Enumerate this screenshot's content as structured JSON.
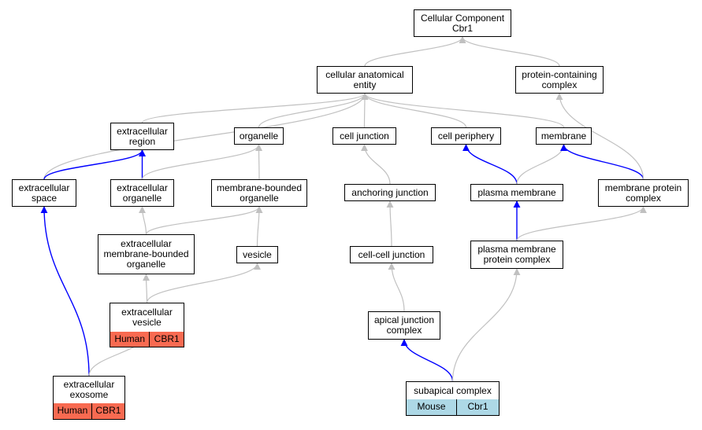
{
  "colors": {
    "is_a_edge": "#c0c0c0",
    "part_of_edge": "#0000ff",
    "human_badge": "#f86a51",
    "mouse_badge": "#add8e6",
    "node_border": "#000000"
  },
  "nodes": {
    "root": {
      "label": "Cellular Component\nCbr1"
    },
    "cellular_anatomical_entity": {
      "label": "cellular anatomical\nentity"
    },
    "protein_containing_complex": {
      "label": "protein-containing\ncomplex"
    },
    "extracellular_region": {
      "label": "extracellular\nregion"
    },
    "organelle": {
      "label": "organelle"
    },
    "cell_junction": {
      "label": "cell junction"
    },
    "cell_periphery": {
      "label": "cell periphery"
    },
    "membrane": {
      "label": "membrane"
    },
    "extracellular_space": {
      "label": "extracellular\nspace"
    },
    "extracellular_organelle": {
      "label": "extracellular\norganelle"
    },
    "membrane_bounded_organelle": {
      "label": "membrane-bounded\norganelle"
    },
    "anchoring_junction": {
      "label": "anchoring junction"
    },
    "plasma_membrane": {
      "label": "plasma membrane"
    },
    "membrane_protein_complex": {
      "label": "membrane protein\ncomplex"
    },
    "extracellular_membrane_bounded_organelle": {
      "label": "extracellular\nmembrane-bounded\norganelle"
    },
    "vesicle": {
      "label": "vesicle"
    },
    "cell_cell_junction": {
      "label": "cell-cell junction"
    },
    "plasma_membrane_protein_complex": {
      "label": "plasma membrane\nprotein complex"
    },
    "extracellular_vesicle": {
      "label": "extracellular\nvesicle"
    },
    "apical_junction_complex": {
      "label": "apical junction\ncomplex"
    },
    "extracellular_exosome": {
      "label": "extracellular\nexosome"
    },
    "subapical_complex": {
      "label": "subapical complex"
    }
  },
  "badges": {
    "extracellular_vesicle": {
      "species": "Human",
      "gene": "CBR1"
    },
    "extracellular_exosome": {
      "species": "Human",
      "gene": "CBR1"
    },
    "subapical_complex": {
      "species": "Mouse",
      "gene": "Cbr1"
    }
  },
  "edges": [
    {
      "from": "cellular_anatomical_entity",
      "to": "root",
      "type": "is_a"
    },
    {
      "from": "protein_containing_complex",
      "to": "root",
      "type": "is_a"
    },
    {
      "from": "extracellular_region",
      "to": "cellular_anatomical_entity",
      "type": "is_a"
    },
    {
      "from": "organelle",
      "to": "cellular_anatomical_entity",
      "type": "is_a"
    },
    {
      "from": "cell_junction",
      "to": "cellular_anatomical_entity",
      "type": "is_a"
    },
    {
      "from": "cell_periphery",
      "to": "cellular_anatomical_entity",
      "type": "is_a"
    },
    {
      "from": "membrane",
      "to": "cellular_anatomical_entity",
      "type": "is_a"
    },
    {
      "from": "extracellular_space",
      "to": "cellular_anatomical_entity",
      "type": "is_a"
    },
    {
      "from": "extracellular_space",
      "to": "extracellular_region",
      "type": "part_of"
    },
    {
      "from": "extracellular_organelle",
      "to": "extracellular_region",
      "type": "part_of"
    },
    {
      "from": "extracellular_organelle",
      "to": "organelle",
      "type": "is_a"
    },
    {
      "from": "membrane_bounded_organelle",
      "to": "organelle",
      "type": "is_a"
    },
    {
      "from": "anchoring_junction",
      "to": "cell_junction",
      "type": "is_a"
    },
    {
      "from": "plasma_membrane",
      "to": "cell_periphery",
      "type": "part_of"
    },
    {
      "from": "plasma_membrane",
      "to": "membrane",
      "type": "is_a"
    },
    {
      "from": "membrane_protein_complex",
      "to": "membrane",
      "type": "part_of"
    },
    {
      "from": "membrane_protein_complex",
      "to": "protein_containing_complex",
      "type": "is_a"
    },
    {
      "from": "extracellular_membrane_bounded_organelle",
      "to": "extracellular_organelle",
      "type": "is_a"
    },
    {
      "from": "extracellular_membrane_bounded_organelle",
      "to": "membrane_bounded_organelle",
      "type": "is_a"
    },
    {
      "from": "vesicle",
      "to": "membrane_bounded_organelle",
      "type": "is_a"
    },
    {
      "from": "cell_cell_junction",
      "to": "anchoring_junction",
      "type": "is_a"
    },
    {
      "from": "plasma_membrane_protein_complex",
      "to": "plasma_membrane",
      "type": "part_of"
    },
    {
      "from": "plasma_membrane_protein_complex",
      "to": "membrane_protein_complex",
      "type": "is_a"
    },
    {
      "from": "extracellular_vesicle",
      "to": "extracellular_membrane_bounded_organelle",
      "type": "is_a"
    },
    {
      "from": "extracellular_vesicle",
      "to": "vesicle",
      "type": "is_a"
    },
    {
      "from": "apical_junction_complex",
      "to": "cell_cell_junction",
      "type": "is_a"
    },
    {
      "from": "extracellular_exosome",
      "to": "extracellular_space",
      "type": "part_of"
    },
    {
      "from": "extracellular_exosome",
      "to": "extracellular_vesicle",
      "type": "is_a"
    },
    {
      "from": "subapical_complex",
      "to": "apical_junction_complex",
      "type": "part_of"
    },
    {
      "from": "subapical_complex",
      "to": "plasma_membrane_protein_complex",
      "type": "is_a"
    }
  ]
}
